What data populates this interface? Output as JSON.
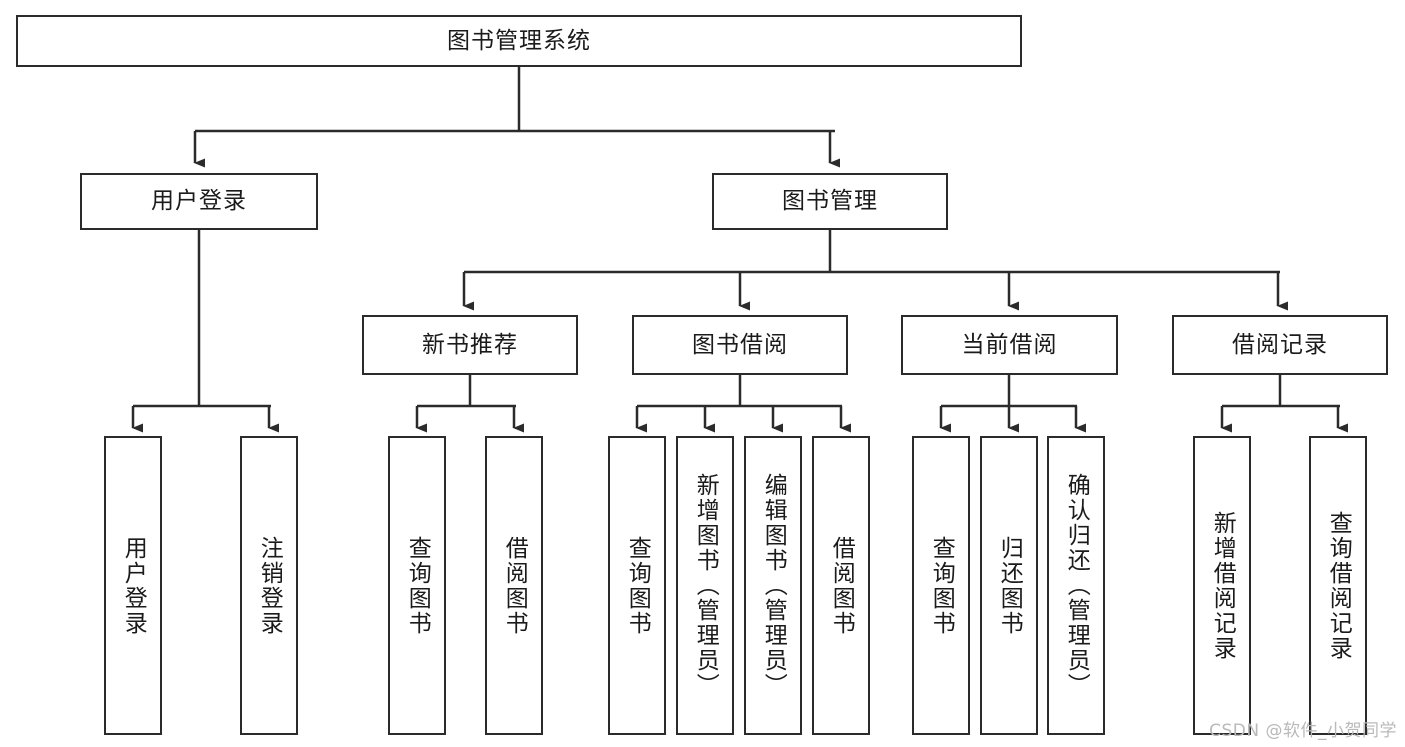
{
  "diagram": {
    "title": "图书管理系统",
    "type": "tree-hierarchy",
    "orientation": "top-down",
    "box_stroke": "#2b2b2b",
    "box_fill": "#ffffff",
    "text_color": "#1b1b1b",
    "edge_color": "#2b2b2b"
  },
  "nodes": {
    "root": {
      "label": "图书管理系统",
      "level": 1
    },
    "level2": [
      {
        "id": "user-login",
        "label": "用户登录"
      },
      {
        "id": "book-management",
        "label": "图书管理"
      }
    ],
    "level3": [
      {
        "id": "new-book-recommend",
        "label": "新书推荐",
        "parent": "book-management"
      },
      {
        "id": "book-borrow",
        "label": "图书借阅",
        "parent": "book-management"
      },
      {
        "id": "current-borrow",
        "label": "当前借阅",
        "parent": "book-management"
      },
      {
        "id": "borrow-record",
        "label": "借阅记录",
        "parent": "book-management"
      }
    ],
    "leaves": [
      {
        "id": "leaf-user-login",
        "label": "用户登录",
        "parent": "user-login"
      },
      {
        "id": "leaf-logout-login",
        "label": "注销登录",
        "parent": "user-login"
      },
      {
        "id": "leaf-query-book-1",
        "label": "查询图书",
        "parent": "new-book-recommend"
      },
      {
        "id": "leaf-borrow-book-1",
        "label": "借阅图书",
        "parent": "new-book-recommend"
      },
      {
        "id": "leaf-query-book-2",
        "label": "查询图书",
        "parent": "book-borrow"
      },
      {
        "id": "leaf-add-book-admin",
        "label": "新增图书（管理员）",
        "parent": "book-borrow"
      },
      {
        "id": "leaf-edit-book-admin",
        "label": "编辑图书（管理员）",
        "parent": "book-borrow"
      },
      {
        "id": "leaf-borrow-book-2",
        "label": "借阅图书",
        "parent": "book-borrow"
      },
      {
        "id": "leaf-query-book-3",
        "label": "查询图书",
        "parent": "current-borrow"
      },
      {
        "id": "leaf-return-book",
        "label": "归还图书",
        "parent": "current-borrow"
      },
      {
        "id": "leaf-confirm-return-admin",
        "label": "确认归还（管理员）",
        "parent": "current-borrow"
      },
      {
        "id": "leaf-add-borrow-record",
        "label": "新增借阅记录",
        "parent": "borrow-record"
      },
      {
        "id": "leaf-query-borrow-record",
        "label": "查询借阅记录",
        "parent": "borrow-record"
      }
    ]
  },
  "watermark": {
    "text": "CSDN @软件_小贺同学"
  }
}
